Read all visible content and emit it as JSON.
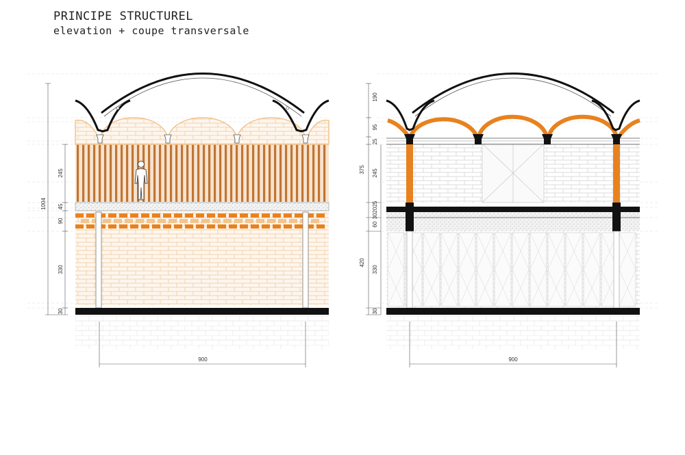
{
  "header": {
    "title": "PRINCIPE STRUCTUREL",
    "subtitle": "elevation + coupe transversale"
  },
  "elevation": {
    "overall_dim": "1004",
    "vertical_dims": [
      "245",
      "45",
      "90",
      "330",
      "30"
    ],
    "width_dim": "900"
  },
  "section": {
    "vertical_dims_outer": [
      "190",
      "95",
      "25",
      "375",
      "302025",
      "60",
      "420",
      "30"
    ],
    "vertical_dims_inner": [
      "245",
      "330"
    ],
    "width_dim": "900"
  },
  "colors": {
    "accent": "#e8821e",
    "light_accent": "#f3c48e",
    "ink": "#111111",
    "brick_line": "#c9c9c9",
    "timber": "#b86a2c"
  }
}
